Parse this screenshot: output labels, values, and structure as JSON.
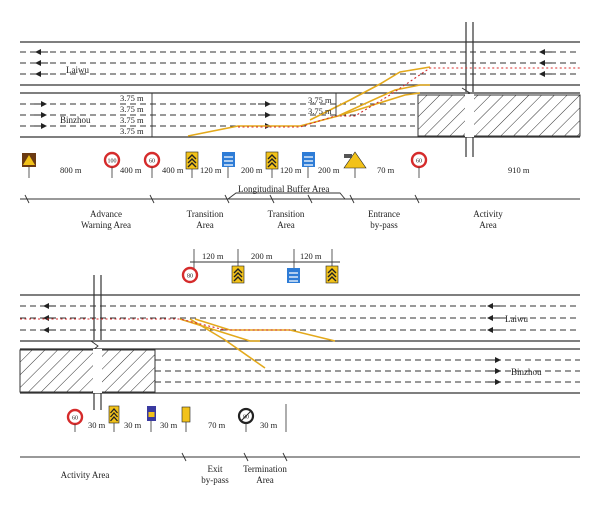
{
  "roads": {
    "laiwu": "Laiwu",
    "binzhou": "Binzhou"
  },
  "lane_widths": [
    "3.75 m",
    "3.75 m",
    "3.75 m",
    "3.75 m"
  ],
  "shift_widths": [
    "3.75 m",
    "3.75 m"
  ],
  "top_distances": [
    "800 m",
    "400 m",
    "400 m",
    "120 m",
    "200 m",
    "120 m",
    "200 m",
    "70 m",
    "910 m"
  ],
  "buffer_label": "Longitudinal Buffer Area",
  "top_areas": [
    {
      "line1": "Advance",
      "line2": "Warning Area"
    },
    {
      "line1": "Transition",
      "line2": "Area"
    },
    {
      "line1": "Transition",
      "line2": "Area"
    },
    {
      "line1": "Entrance",
      "line2": "by-pass"
    },
    {
      "line1": "Activity",
      "line2": "Area"
    }
  ],
  "sign_speeds": {
    "s100": "100",
    "s80": "80",
    "s60": "60"
  },
  "bottom_upper_distances": [
    "120 m",
    "200 m",
    "120 m"
  ],
  "bottom_distances": [
    "30 m",
    "30 m",
    "30 m",
    "70 m",
    "30 m"
  ],
  "bottom_areas": [
    {
      "line1": "Activity Area",
      "line2": ""
    },
    {
      "line1": "Exit",
      "line2": "by-pass"
    },
    {
      "line1": "Termination",
      "line2": "Area"
    }
  ],
  "colors": {
    "yellow_line": "#e3a91c",
    "red_line": "#d52b2b",
    "sign_blue": "#2e7cd6",
    "sign_yellow": "#f2c21a"
  }
}
